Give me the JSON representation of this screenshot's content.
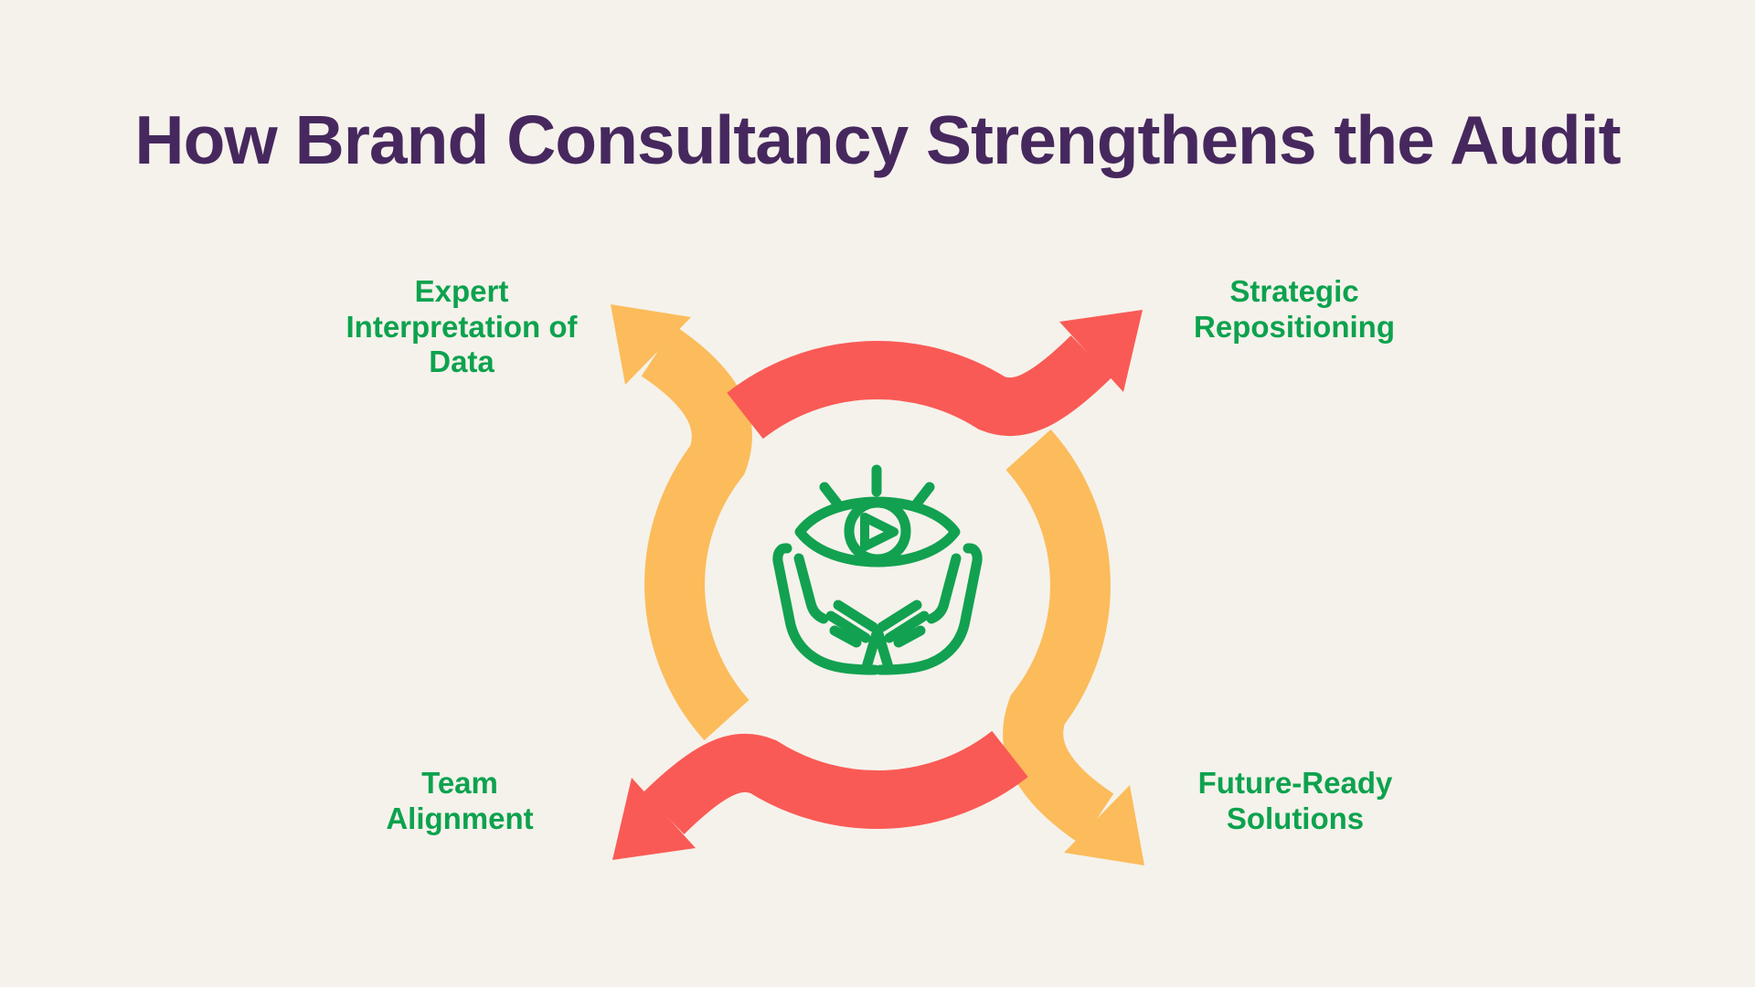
{
  "title": {
    "text": "How Brand Consultancy Strengthens the Audit"
  },
  "labels": {
    "expert": {
      "text": "Expert Interpretation of Data",
      "position": "top-left"
    },
    "strategic": {
      "text": "Strategic Repositioning",
      "position": "top-right"
    },
    "team": {
      "text": "Team Alignment",
      "position": "bottom-left"
    },
    "future": {
      "text": "Future-Ready Solutions",
      "position": "bottom-right"
    }
  },
  "arrows": [
    {
      "color_name": "yellow",
      "points_to": "top-left corner (toward Expert Interpretation of Data)"
    },
    {
      "color_name": "red",
      "points_to": "top-right corner (toward Strategic Repositioning)"
    },
    {
      "color_name": "yellow",
      "points_to": "bottom-right corner (toward Future-Ready Solutions)"
    },
    {
      "color_name": "red",
      "points_to": "bottom-left corner (toward Team Alignment)"
    }
  ],
  "icon": {
    "name": "eye-with-play-button-held-by-hands"
  },
  "colors": {
    "background": "#F5F2EB",
    "title_purple": "#46285E",
    "label_green": "#0DA24E",
    "arrow_red": "#FA5A55",
    "arrow_yellow": "#FCBC5B",
    "icon_green": "#12A150"
  }
}
